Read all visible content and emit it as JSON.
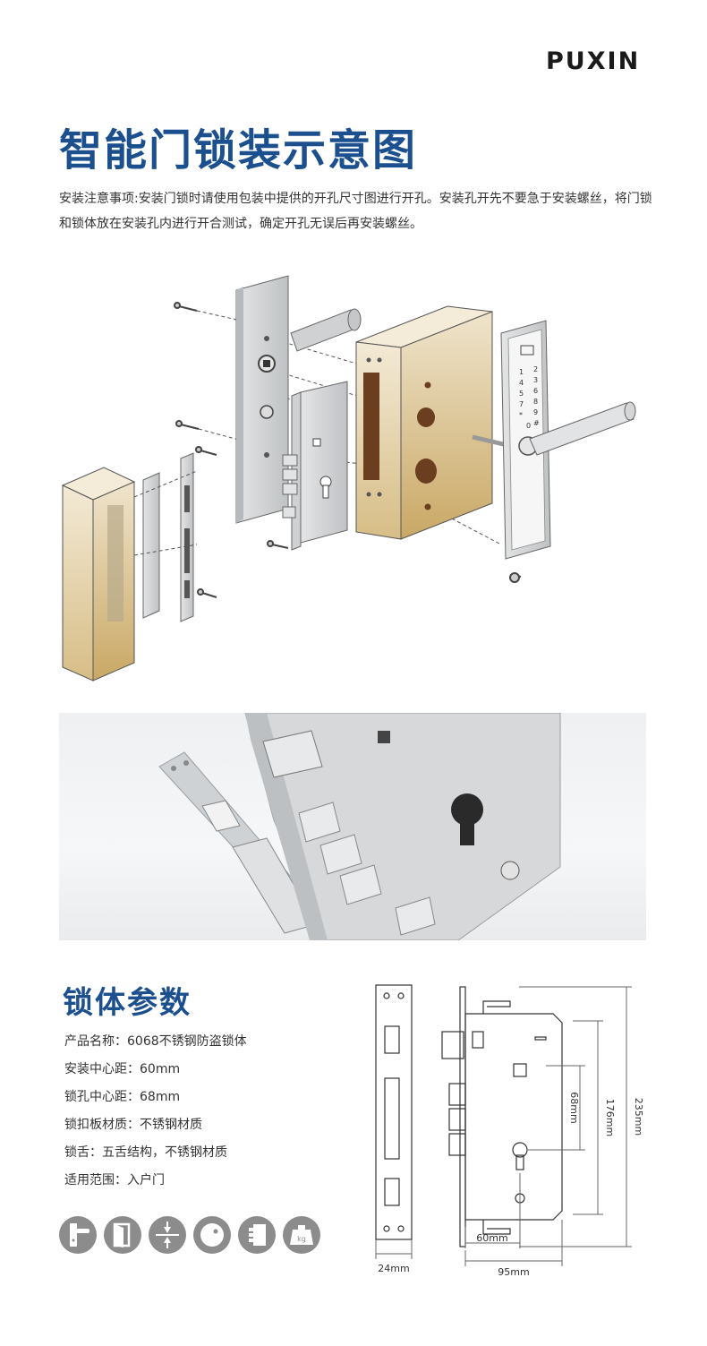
{
  "brand": {
    "logo": "PUXIN"
  },
  "header": {
    "title": "智能门锁装示意图",
    "note": "安装注意事项:安装门锁时请使用包装中提供的开孔尺寸图进行开孔。安装孔开先不要急于安装螺丝，将门锁和锁体放在安装孔内进行开合测试，确定开孔无误后再安装螺丝。"
  },
  "keypad": {
    "keys": [
      "1",
      "2",
      "3",
      "4",
      "5",
      "6",
      "7",
      "8",
      "9",
      "*",
      "0",
      "#"
    ]
  },
  "specs": {
    "title": "锁体参数",
    "items": [
      "产品名称：6068不锈钢防盗锁体",
      "安装中心距：60mm",
      "锁孔中心距：68mm",
      "锁扣板材质：不锈钢材质",
      "锁舌：五舌结构，不锈钢材质",
      "适用范围：入户门"
    ]
  },
  "icons": [
    "door-handle-icon",
    "door-icon",
    "thickness-icon",
    "circle-icon",
    "lock-body-icon",
    "weight-icon"
  ],
  "icon_labels": {
    "weight": "kg"
  },
  "dimensions": {
    "plate_width": "24mm",
    "backset": "60mm",
    "body_width": "95mm",
    "center_distance": "68mm",
    "mid_height": "176mm",
    "total_height": "235mm"
  },
  "colors": {
    "accent": "#1b4f8e",
    "wood": "#d8c196",
    "steel": "#d4d6d8",
    "icon": "#8c8c8c"
  }
}
